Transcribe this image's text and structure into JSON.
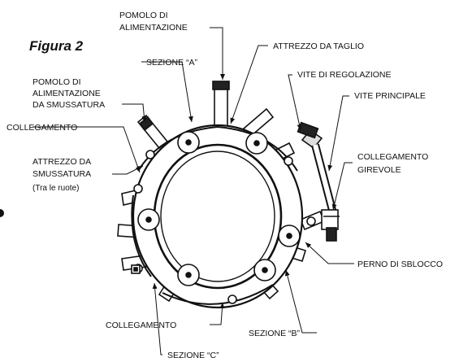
{
  "figure_title": "Figura 2",
  "labels": {
    "pomolo_alimentazione_1": "POMOLO DI",
    "pomolo_alimentazione_2": "ALIMENTAZIONE",
    "sezione_a": "SEZIONE “A”",
    "attrezzo_taglio": "ATTREZZO DA TAGLIO",
    "pomolo_smussatura_1": "POMOLO DI",
    "pomolo_smussatura_2": "ALIMENTAZIONE",
    "pomolo_smussatura_3": "DA SMUSSATURA",
    "vite_regolazione": "VITE DI REGOLAZIONE",
    "vite_principale": "VITE PRINCIPALE",
    "collegamento_top": "COLLEGAMENTO",
    "collegamento_girevole_1": "COLLEGAMENTO",
    "collegamento_girevole_2": "GIREVOLE",
    "attrezzo_smussatura_1": "ATTREZZO DA",
    "attrezzo_smussatura_2": "SMUSSATURA",
    "attrezzo_smussatura_3": "(Tra le ruote)",
    "perno_sblocco": "PERNO DI SBLOCCO",
    "collegamento_bottom": "COLLEGAMENTO",
    "sezione_b": "SEZIONE “B”",
    "sezione_c": "SEZIONE “C”"
  }
}
